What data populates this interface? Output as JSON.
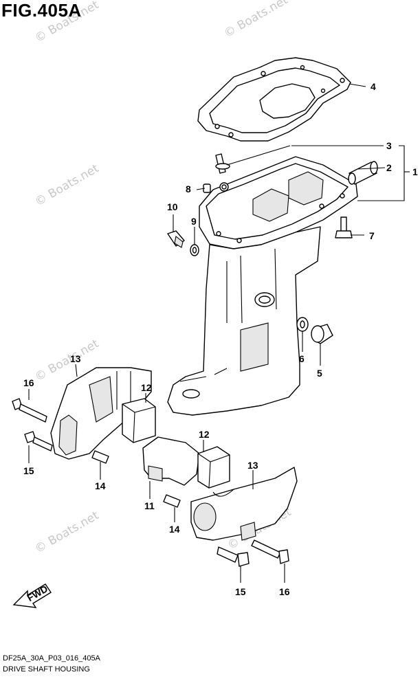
{
  "figure": {
    "title": "FIG.405A"
  },
  "footer": {
    "code": "DF25A_30A_P03_016_405A",
    "caption": "DRIVE SHAFT HOUSING"
  },
  "watermark": {
    "text": "© Boats.net"
  },
  "fwd_label": "FWD",
  "callouts": [
    {
      "id": "c4",
      "text": "4"
    },
    {
      "id": "c3",
      "text": "3"
    },
    {
      "id": "c2",
      "text": "2"
    },
    {
      "id": "c1",
      "text": "1"
    },
    {
      "id": "c8",
      "text": "8"
    },
    {
      "id": "c10",
      "text": "10"
    },
    {
      "id": "c9",
      "text": "9"
    },
    {
      "id": "c7",
      "text": "7"
    },
    {
      "id": "c6",
      "text": "6"
    },
    {
      "id": "c5",
      "text": "5"
    },
    {
      "id": "c13a",
      "text": "13"
    },
    {
      "id": "c16a",
      "text": "16"
    },
    {
      "id": "c12a",
      "text": "12"
    },
    {
      "id": "c15a",
      "text": "15"
    },
    {
      "id": "c14a",
      "text": "14"
    },
    {
      "id": "c12b",
      "text": "12"
    },
    {
      "id": "c13b",
      "text": "13"
    },
    {
      "id": "c11",
      "text": "11"
    },
    {
      "id": "c14b",
      "text": "14"
    },
    {
      "id": "c15b",
      "text": "15"
    },
    {
      "id": "c16b",
      "text": "16"
    }
  ]
}
